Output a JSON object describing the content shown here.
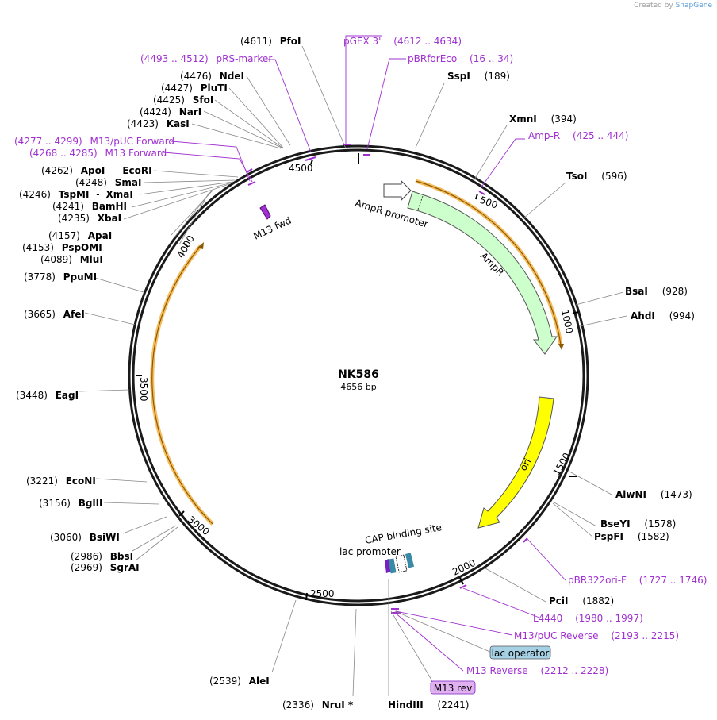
{
  "credit": {
    "prefix": "Created by",
    "brand": "SnapGene"
  },
  "plasmid": {
    "name": "NK586",
    "length": 4656,
    "length_label": "4656 bp"
  },
  "ticks": [
    "500",
    "1000",
    "1500",
    "2000",
    "2500",
    "3000",
    "3500",
    "4000",
    "4500"
  ],
  "enzymes": [
    {
      "name": "PfoI",
      "pos": "(4611)"
    },
    {
      "name": "SspI",
      "pos": "(189)"
    },
    {
      "name": "XmnI",
      "pos": "(394)"
    },
    {
      "name": "TsoI",
      "pos": "(596)"
    },
    {
      "name": "BsaI",
      "pos": "(928)"
    },
    {
      "name": "AhdI",
      "pos": "(994)"
    },
    {
      "name": "AlwNI",
      "pos": "(1473)"
    },
    {
      "name": "BseYI",
      "pos": "(1578)"
    },
    {
      "name": "PspFI",
      "pos": "(1582)"
    },
    {
      "name": "PciI",
      "pos": "(1882)"
    },
    {
      "name": "HindIII",
      "pos": "(2241)"
    },
    {
      "name": "NruI *",
      "pos": "(2336)"
    },
    {
      "name": "AleI",
      "pos": "(2539)"
    },
    {
      "name": "SgrAI",
      "pos": "(2969)"
    },
    {
      "name": "BbsI",
      "pos": "(2986)"
    },
    {
      "name": "BsiWI",
      "pos": "(3060)"
    },
    {
      "name": "BglII",
      "pos": "(3156)"
    },
    {
      "name": "EcoNI",
      "pos": "(3221)"
    },
    {
      "name": "EagI",
      "pos": "(3448)"
    },
    {
      "name": "AfeI",
      "pos": "(3665)"
    },
    {
      "name": "PpuMI",
      "pos": "(3778)"
    },
    {
      "name": "MluI",
      "pos": "(4089)"
    },
    {
      "name": "PspOMI",
      "pos": "(4153)"
    },
    {
      "name": "ApaI",
      "pos": "(4157)"
    },
    {
      "name": "XbaI",
      "pos": "(4235)"
    },
    {
      "name": "BamHI",
      "pos": "(4241)"
    },
    {
      "name": "TspMI",
      "name2": "XmaI",
      "pos": "(4246)"
    },
    {
      "name": "SmaI",
      "pos": "(4248)"
    },
    {
      "name": "ApoI",
      "name2": "EcoRI",
      "pos": "(4262)"
    },
    {
      "name": "KasI",
      "pos": "(4423)"
    },
    {
      "name": "NarI",
      "pos": "(4424)"
    },
    {
      "name": "SfoI",
      "pos": "(4425)"
    },
    {
      "name": "PluTI",
      "pos": "(4427)"
    },
    {
      "name": "NdeI",
      "pos": "(4476)"
    }
  ],
  "primers": [
    {
      "name": "pGEX 3'",
      "range": "(4612 .. 4634)"
    },
    {
      "name": "pBRforEco",
      "range": "(16 .. 34)"
    },
    {
      "name": "Amp-R",
      "range": "(425 .. 444)"
    },
    {
      "name": "pBR322ori-F",
      "range": "(1727 .. 1746)"
    },
    {
      "name": "L4440",
      "range": "(1980 .. 1997)"
    },
    {
      "name": "M13/pUC Reverse",
      "range": "(2193 .. 2215)"
    },
    {
      "name": "M13 Reverse",
      "range": "(2212 .. 2228)"
    },
    {
      "name": "pRS-marker",
      "range": "(4493 .. 4512)"
    },
    {
      "name": "M13/pUC Forward",
      "range": "(4277 .. 4299)"
    },
    {
      "name": "M13 Forward",
      "range": "(4268 .. 4285)"
    }
  ],
  "features": {
    "ampr_promoter": "AmpR promoter",
    "ampr": "AmpR",
    "ori": "ori",
    "cap": "CAP binding site",
    "lac_promoter": "lac promoter",
    "m13_fwd": "M13 fwd",
    "lac_operator": "lac operator",
    "m13_rev": "M13 rev"
  },
  "colors": {
    "ampr": "#ccffcc",
    "ori": "#ffff00",
    "orf": "#f5b041",
    "primer": "#a030d0",
    "lac_operator": "#a6d0e4",
    "m13_box": "#e0b0f0",
    "cap": "#4090a8"
  }
}
